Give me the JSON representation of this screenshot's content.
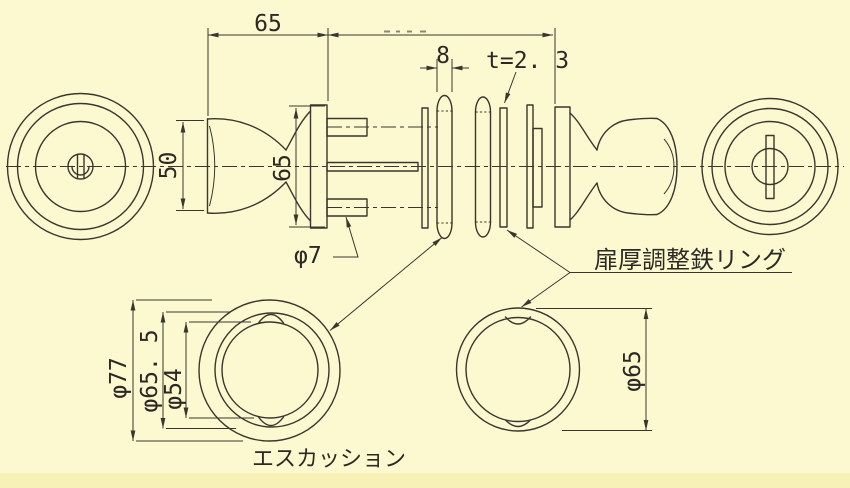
{
  "drawing": {
    "type": "technical-drawing-door-knob",
    "colors": {
      "background": "#fcf9d1",
      "background_bottom_band": "#f7f1b8",
      "line": "#3a362e",
      "text": "#2c2924"
    },
    "dims": {
      "grip_length": "65",
      "ring_width": "8",
      "plate_thickness": "t=2. 3",
      "knob_diameter": "50",
      "rose_height": "65",
      "screw_hole": "φ7",
      "escutcheon_outer": "φ77",
      "escutcheon_middle": "φ65. 5",
      "escutcheon_inner": "φ54",
      "iron_ring": "φ65"
    },
    "labels": {
      "adjust_ring": "扉厚調整鉄リング",
      "escutcheon": "エスカッション"
    }
  }
}
